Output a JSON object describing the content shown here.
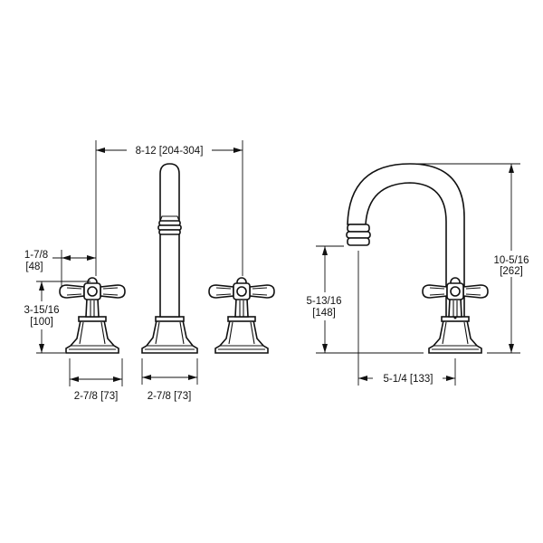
{
  "dimensions": {
    "spread": "8-12  [204-304]",
    "handle_offset_in": "1-7/8",
    "handle_offset_mm": "[48]",
    "handle_height_in": "3-15/16",
    "handle_height_mm": "[100]",
    "handle_base_width": "2-7/8  [73]",
    "spout_base_width": "2-7/8  [73]",
    "spout_clearance_in": "5-13/16",
    "spout_clearance_mm": "[148]",
    "total_height_in": "10-5/16",
    "total_height_mm": "[262]",
    "spout_reach": "5-1/4  [133]"
  }
}
